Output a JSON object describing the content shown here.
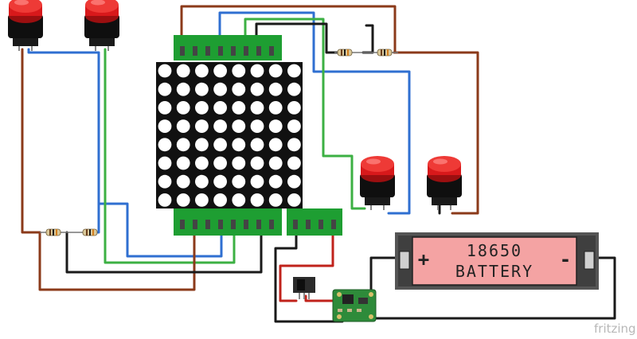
{
  "battery": {
    "label_line1": "18650",
    "label_line2": "BATTERY",
    "plus": "+",
    "minus": "-"
  },
  "credit": "fritzing",
  "colors": {
    "wire_brown": "#8b3a1a",
    "wire_blue": "#2f6fd1",
    "wire_green": "#3cb043",
    "wire_black": "#1a1a1a",
    "wire_red": "#c0221b",
    "header_green": "#1e9e32",
    "matrix_bg": "#111111",
    "led": "#ffffff",
    "button_red": "#d8191b",
    "battery_pink": "#f4a3a3",
    "battery_case": "#555555",
    "pcb_green": "#2e8b3a"
  },
  "matrix": {
    "rows": 8,
    "cols": 8
  }
}
